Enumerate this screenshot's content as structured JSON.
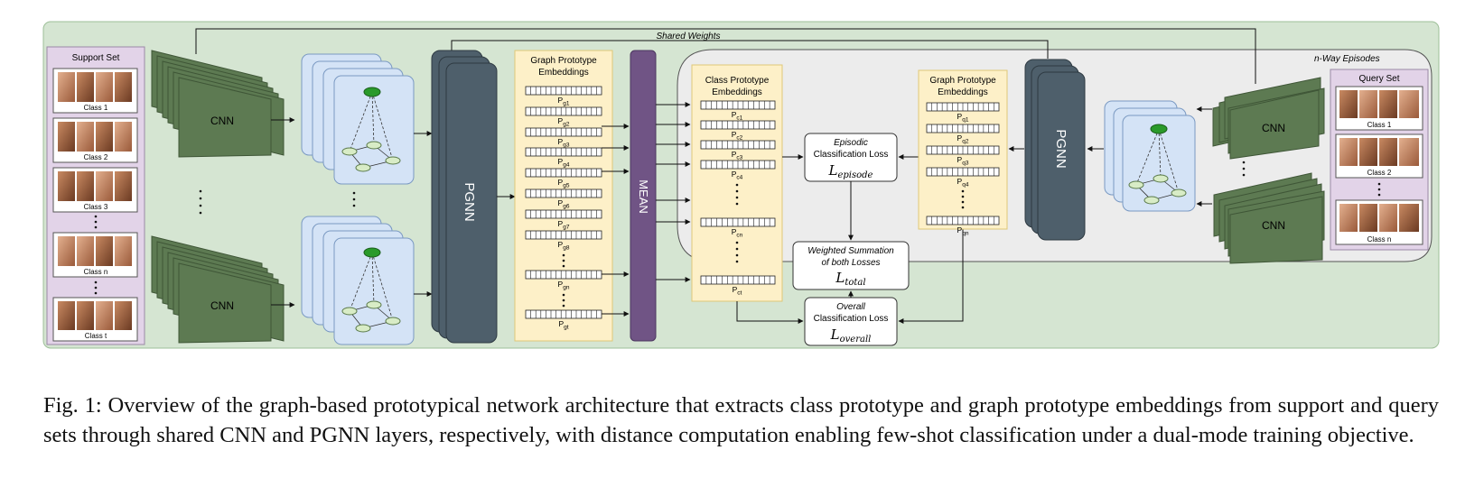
{
  "figure": {
    "shared_weights": "Shared Weights",
    "n_way_episodes": "n-Way Episodes",
    "support_set": {
      "title": "Support Set",
      "classes": [
        "Class 1",
        "Class 2",
        "Class 3",
        "Class n",
        "Class t"
      ]
    },
    "query_set": {
      "title": "Query Set",
      "classes": [
        "Class 1",
        "Class 2",
        "Class n"
      ]
    },
    "cnn_label": "CNN",
    "pgnn_label": "PGNN",
    "mean_label": "MEAN",
    "graph_proto_title_1": "Graph Prototype",
    "graph_proto_title_2": "Embeddings",
    "class_proto_title_1": "Class Prototype",
    "class_proto_title_2": "Embeddings",
    "support_graph_rows": [
      {
        "base": "P",
        "sub": "g1"
      },
      {
        "base": "P",
        "sub": "g2"
      },
      {
        "base": "P",
        "sub": "g3"
      },
      {
        "base": "P",
        "sub": "g4"
      },
      {
        "base": "P",
        "sub": "g5"
      },
      {
        "base": "P",
        "sub": "g6"
      },
      {
        "base": "P",
        "sub": "g7"
      },
      {
        "base": "P",
        "sub": "g8"
      },
      {
        "base": "P",
        "sub": "gn"
      },
      {
        "base": "P",
        "sub": "gt"
      }
    ],
    "class_rows": [
      {
        "base": "P",
        "sub": "c1"
      },
      {
        "base": "P",
        "sub": "c2"
      },
      {
        "base": "P",
        "sub": "c3"
      },
      {
        "base": "P",
        "sub": "c4"
      },
      {
        "base": "P",
        "sub": "cn"
      },
      {
        "base": "P",
        "sub": "ct"
      }
    ],
    "query_graph_rows": [
      {
        "base": "P",
        "sub": "q1"
      },
      {
        "base": "P",
        "sub": "q2"
      },
      {
        "base": "P",
        "sub": "q3"
      },
      {
        "base": "P",
        "sub": "q4"
      },
      {
        "base": "P",
        "sub": "qn"
      }
    ],
    "episodic_loss": {
      "line1": "Episodic",
      "line2": "Classification Loss",
      "symbol": "L",
      "sub": "episode"
    },
    "weighted_sum": {
      "line1": "Weighted Summation",
      "line2": "of both Losses",
      "symbol": "L",
      "sub": "total"
    },
    "overall_loss": {
      "line1": "Overall",
      "line2": "Classification Loss",
      "symbol": "L",
      "sub": "overall"
    }
  },
  "caption": "Fig. 1: Overview of the graph-based prototypical network architecture that extracts class prototype and graph prototype embeddings from support and query sets through shared CNN and PGNN layers, respectively, with distance computation enabling few-shot classification under a dual-mode training objective.",
  "colors": {
    "outer_bg": "#d5e5d2",
    "episode_bg": "#ececec",
    "set_panel": "#e2d3e8",
    "cnn": "#5d7a52",
    "pgnn": "#4e5f6b",
    "mean": "#705485",
    "proto_panel": "#fdf0c8",
    "graph_card": "#d4e3f6",
    "node_top": "#2a9a2a",
    "node": "#d8ecc6"
  }
}
